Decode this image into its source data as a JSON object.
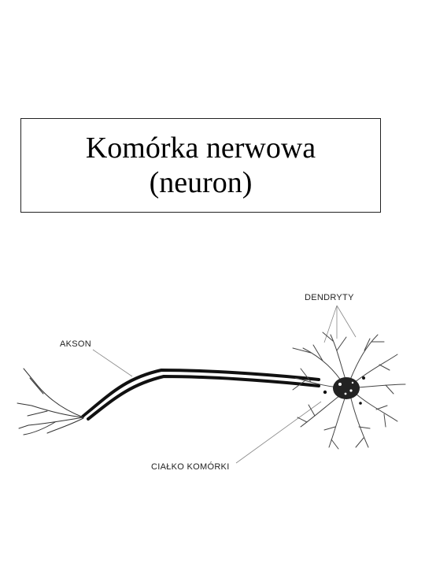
{
  "title": {
    "line1": "Komórka nerwowa",
    "line2": "(neuron)"
  },
  "labels": {
    "dendrites": "DENDRYTY",
    "axon": "AKSON",
    "cell_body": "CIAŁKO KOMÓRKI"
  }
}
